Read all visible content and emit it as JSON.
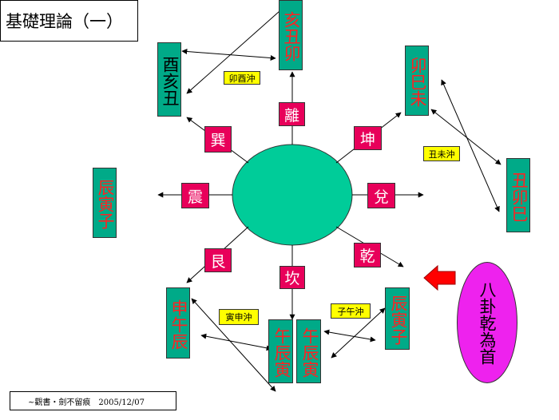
{
  "title": "基礎理論（一）",
  "footer": "~觀書・劍不留痕　2005/12/07",
  "trigrams": {
    "li": "離",
    "xun": "巽",
    "kun": "坤",
    "zhen": "震",
    "dui": "兌",
    "gen": "艮",
    "kan": "坎",
    "qian": "乾"
  },
  "branch_boxes": {
    "top": "亥丑卯",
    "upper_left": "酉亥丑",
    "upper_right": "卯巳未",
    "left": "辰寅子",
    "right": "丑卯巳",
    "lower_left": "申午辰",
    "bottom_a": "午辰寅",
    "bottom_b": "午辰寅",
    "lower_right": "辰寅子"
  },
  "clash_tags": {
    "mao_you": "卯酉沖",
    "chou_wei": "丑未沖",
    "yin_shen": "寅申沖",
    "zi_wu": "子午沖"
  },
  "note": "八卦乾為首",
  "colors": {
    "box_green": "#00aa88",
    "circle_green": "#00cc99",
    "trigram_pink": "#e8005a",
    "tag_yellow": "#ffff00",
    "note_magenta": "#ee22ee",
    "arrow_red": "#ff0000"
  }
}
